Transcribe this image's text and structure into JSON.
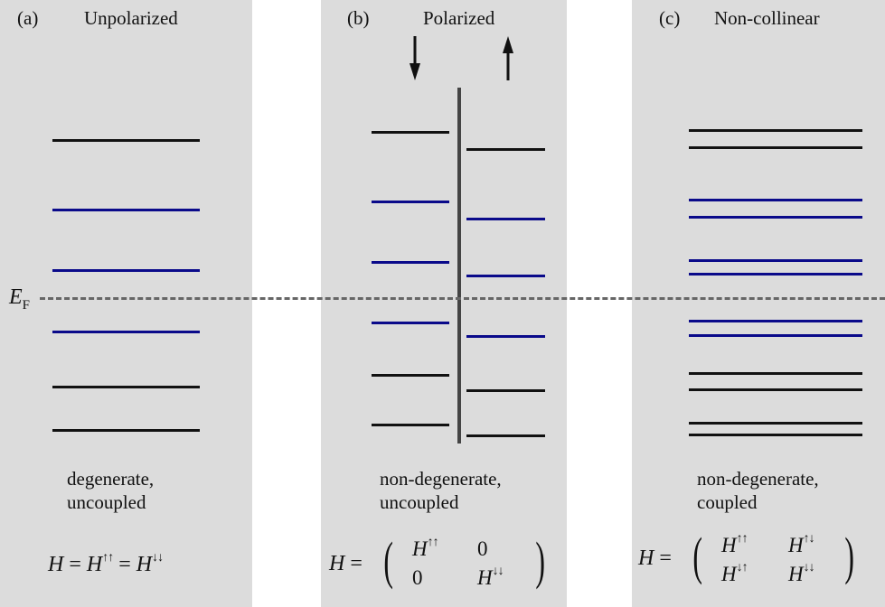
{
  "panels": [
    {
      "id": "a",
      "tag": "(a)",
      "title": "Unpolarized",
      "description": [
        "degenerate,",
        "uncoupled"
      ],
      "equation": {
        "lhs": "H",
        "rhs1": "H",
        "rhs1_sup": "↑↑",
        "rhs2": "H",
        "rhs2_sup": "↓↓"
      }
    },
    {
      "id": "b",
      "tag": "(b)",
      "title": "Polarized",
      "description": [
        "non-degenerate,",
        "uncoupled"
      ],
      "equation": {
        "lhs": "H",
        "m11": "H",
        "m11_sup": "↑↑",
        "m12": "0",
        "m21": "0",
        "m22": "H",
        "m22_sup": "↓↓"
      }
    },
    {
      "id": "c",
      "tag": "(c)",
      "title": "Non-collinear",
      "description": [
        "non-degenerate,",
        "coupled"
      ],
      "equation": {
        "lhs": "H",
        "m11": "H",
        "m11_sup": "↑↑",
        "m12": "H",
        "m12_sup": "↑↓",
        "m21": "H",
        "m21_sup": "↓↑",
        "m22": "H",
        "m22_sup": "↓↓"
      }
    }
  ],
  "fermi": {
    "symbol": "E",
    "subscript": "F"
  },
  "colors": {
    "panel_bg": "#dcdcdc",
    "level_black": "#111111",
    "level_blue": "#0a0a8a",
    "fermi_line": "#666666"
  },
  "spin_arrows": [
    "arrow-down",
    "arrow-up"
  ],
  "levels": {
    "a": [
      "black",
      "blue",
      "blue",
      "blue",
      "black",
      "black"
    ],
    "b_down": [
      "black",
      "blue",
      "blue",
      "blue",
      "black",
      "black"
    ],
    "b_up": [
      "black",
      "blue",
      "blue",
      "blue",
      "black",
      "black"
    ],
    "c": [
      "black",
      "black",
      "blue",
      "blue",
      "blue",
      "blue",
      "blue",
      "blue",
      "black",
      "black",
      "black",
      "black"
    ]
  }
}
